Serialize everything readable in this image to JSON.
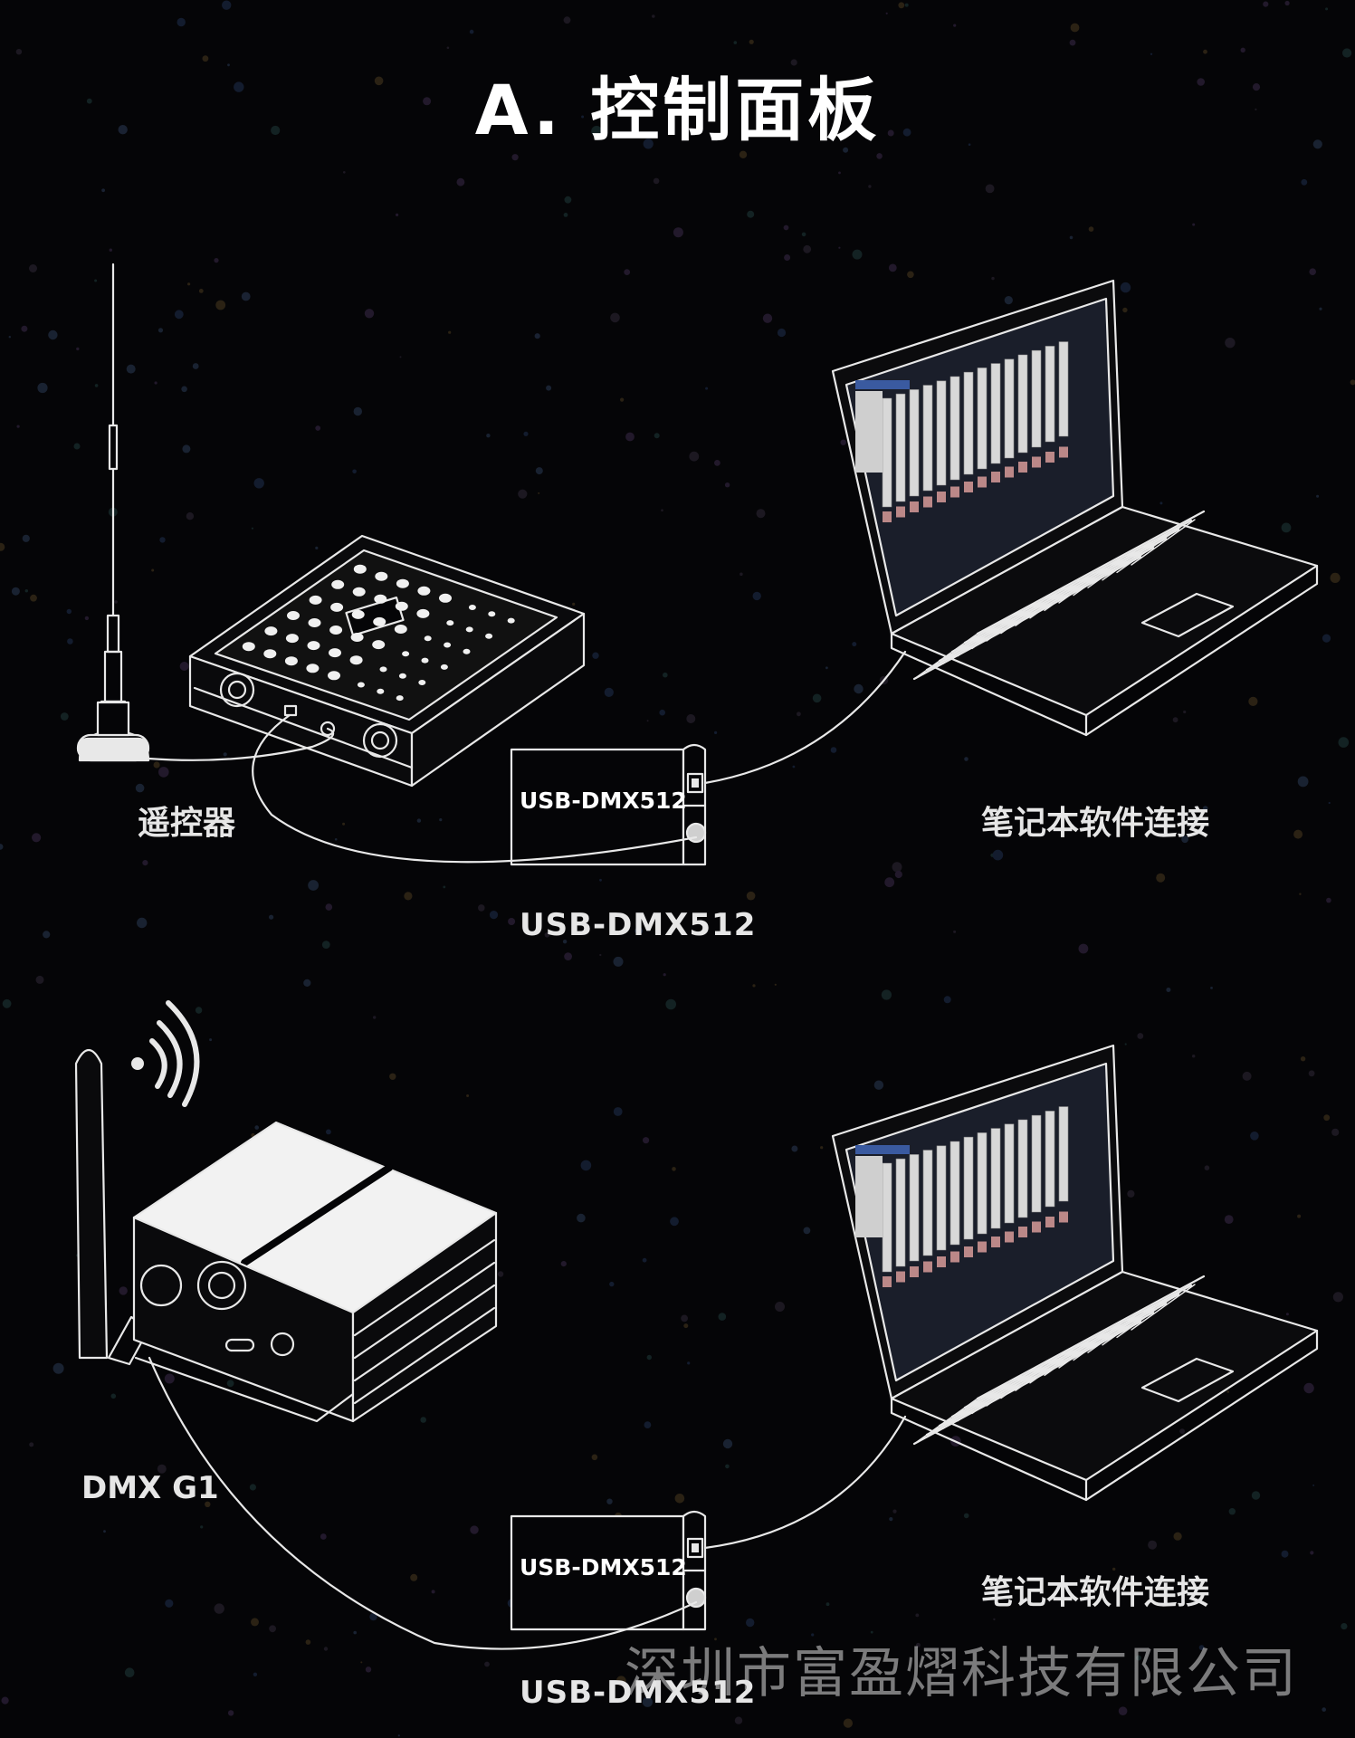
{
  "title": "A. 控制面板",
  "labels": {
    "remote": "遥控器",
    "laptop_top": "笔记本软件连接",
    "usb_top": "USB-DMX512",
    "usb_box_top": "USB-DMX512",
    "dmx_g1": "DMX G1",
    "laptop_bottom": "笔记本软件连接",
    "usb_bottom": "USB-DMX512",
    "usb_box_bottom": "USB-DMX512"
  },
  "watermark": "深圳市富盈熠科技有限公司",
  "colors": {
    "background": "#050507",
    "line": "#e8e8e8",
    "text": "#ffffff"
  }
}
